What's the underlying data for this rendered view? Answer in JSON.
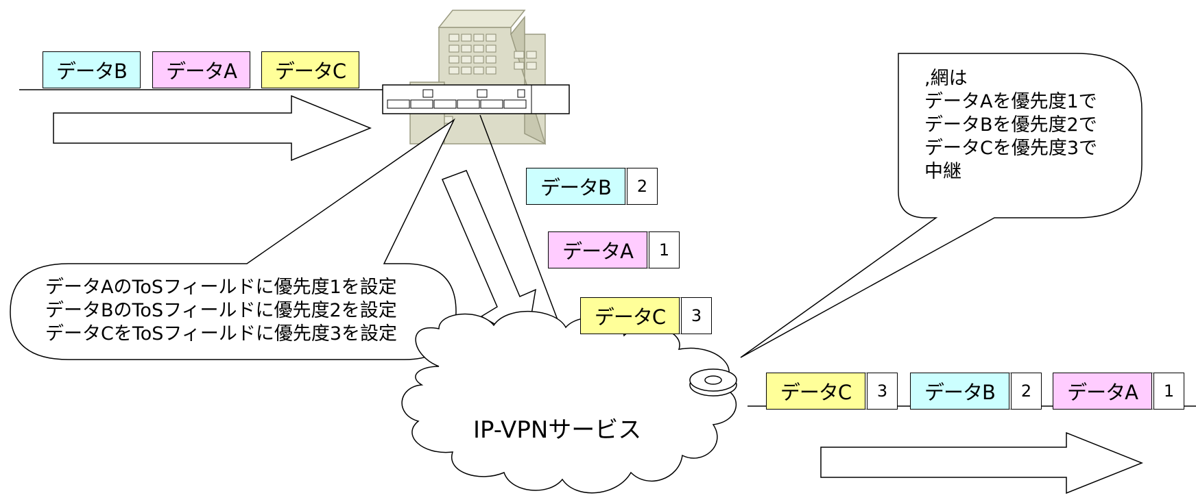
{
  "colors": {
    "data_a": "#ffccff",
    "data_b": "#ccffff",
    "data_c": "#ffff99",
    "building": "#dcdcc8",
    "stroke": "#000000"
  },
  "incoming": {
    "packets": [
      "データB",
      "データA",
      "データC"
    ]
  },
  "marked": [
    {
      "label": "データB",
      "priority": "2"
    },
    {
      "label": "データA",
      "priority": "1"
    },
    {
      "label": "データC",
      "priority": "3"
    }
  ],
  "outgoing": [
    {
      "label": "データC",
      "priority": "3"
    },
    {
      "label": "データB",
      "priority": "2"
    },
    {
      "label": "データA",
      "priority": "1"
    }
  ],
  "left_callout": {
    "lines": [
      "データAのToSフィールドに優先度1を設定",
      "データBのToSフィールドに優先度2を設定",
      "データCをToSフィールドに優先度3を設定"
    ]
  },
  "right_callout": {
    "lines": [
      ",網は",
      "データAを優先度1で",
      "データBを優先度2で",
      "データCを優先度3で",
      "中継"
    ]
  },
  "cloud": {
    "label": "IP-VPNサービス"
  }
}
